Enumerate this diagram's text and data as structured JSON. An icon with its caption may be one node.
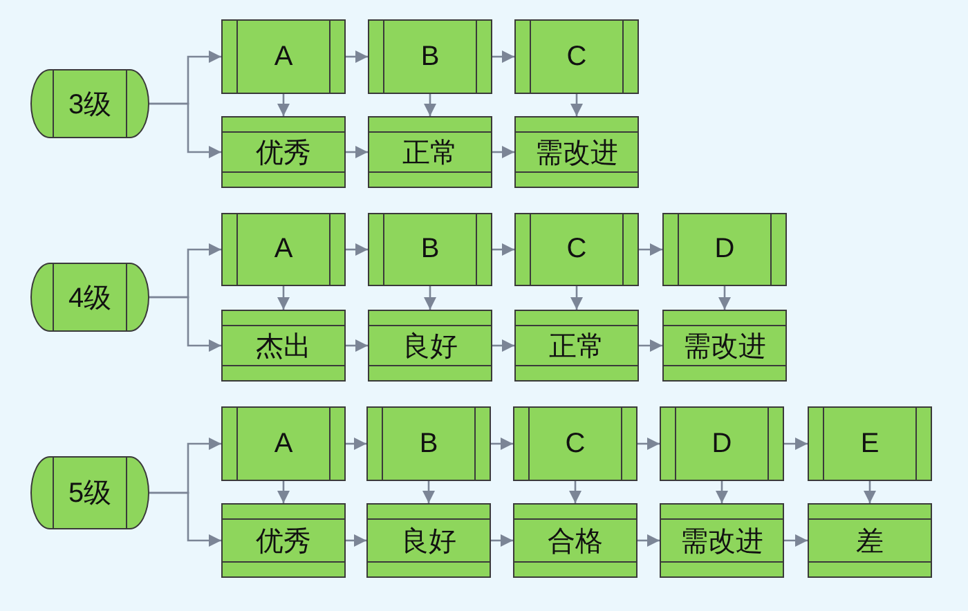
{
  "diagram": {
    "nodes": [
      {
        "text": [
          "3级"
        ]
      },
      {
        "text": [
          "A"
        ]
      },
      {
        "text": [
          "B"
        ]
      },
      {
        "text": [
          "C"
        ]
      },
      {
        "text": [
          "优秀"
        ]
      },
      {
        "text": [
          "正常"
        ]
      },
      {
        "text": [
          "需改进"
        ]
      },
      {
        "text": [
          "4级"
        ]
      },
      {
        "text": [
          "A"
        ]
      },
      {
        "text": [
          "B"
        ]
      },
      {
        "text": [
          "C"
        ]
      },
      {
        "text": [
          "D"
        ]
      },
      {
        "text": [
          "杰出"
        ]
      },
      {
        "text": [
          "良好"
        ]
      },
      {
        "text": [
          "正常"
        ]
      },
      {
        "text": [
          "需改进"
        ]
      },
      {
        "text": [
          "5级"
        ]
      },
      {
        "text": [
          "A"
        ]
      },
      {
        "text": [
          "B"
        ]
      },
      {
        "text": [
          "C"
        ]
      },
      {
        "text": [
          "D"
        ]
      },
      {
        "text": [
          "E"
        ]
      },
      {
        "text": [
          "优秀"
        ]
      },
      {
        "text": [
          "良好"
        ]
      },
      {
        "text": [
          "合格"
        ]
      },
      {
        "text": [
          "需改进"
        ]
      },
      {
        "text": [
          "差"
        ]
      }
    ],
    "edges": [
      {
        "from": 0,
        "to": 1,
        "arrow": "to"
      },
      {
        "from": 0,
        "to": 4,
        "arrow": "to"
      },
      {
        "from": 1,
        "to": 2,
        "arrow": "to"
      },
      {
        "from": 2,
        "to": 3,
        "arrow": "to"
      },
      {
        "from": 1,
        "to": 4,
        "arrow": "to"
      },
      {
        "from": 2,
        "to": 5,
        "arrow": "to"
      },
      {
        "from": 3,
        "to": 6,
        "arrow": "to"
      },
      {
        "from": 4,
        "to": 5,
        "arrow": "to"
      },
      {
        "from": 5,
        "to": 6,
        "arrow": "to"
      },
      {
        "from": 7,
        "to": 8,
        "arrow": "to"
      },
      {
        "from": 7,
        "to": 12,
        "arrow": "to"
      },
      {
        "from": 8,
        "to": 9,
        "arrow": "to"
      },
      {
        "from": 9,
        "to": 10,
        "arrow": "to"
      },
      {
        "from": 10,
        "to": 11,
        "arrow": "to"
      },
      {
        "from": 8,
        "to": 12,
        "arrow": "to"
      },
      {
        "from": 9,
        "to": 13,
        "arrow": "to"
      },
      {
        "from": 10,
        "to": 14,
        "arrow": "to"
      },
      {
        "from": 11,
        "to": 15,
        "arrow": "to"
      },
      {
        "from": 12,
        "to": 13,
        "arrow": "to"
      },
      {
        "from": 13,
        "to": 14,
        "arrow": "to"
      },
      {
        "from": 14,
        "to": 15,
        "arrow": "to"
      },
      {
        "from": 16,
        "to": 17,
        "arrow": "to"
      },
      {
        "from": 16,
        "to": 22,
        "arrow": "to"
      },
      {
        "from": 17,
        "to": 18,
        "arrow": "to"
      },
      {
        "from": 18,
        "to": 19,
        "arrow": "to"
      },
      {
        "from": 19,
        "to": 20,
        "arrow": "to"
      },
      {
        "from": 20,
        "to": 21,
        "arrow": "to"
      },
      {
        "from": 17,
        "to": 22,
        "arrow": "to"
      },
      {
        "from": 18,
        "to": 23,
        "arrow": "to"
      },
      {
        "from": 19,
        "to": 24,
        "arrow": "to"
      },
      {
        "from": 20,
        "to": 25,
        "arrow": "to"
      },
      {
        "from": 21,
        "to": 26,
        "arrow": "to"
      },
      {
        "from": 22,
        "to": 23,
        "arrow": "to"
      },
      {
        "from": 23,
        "to": 24,
        "arrow": "to"
      },
      {
        "from": 24,
        "to": 25,
        "arrow": "to"
      },
      {
        "from": 25,
        "to": 26,
        "arrow": "to"
      }
    ]
  }
}
